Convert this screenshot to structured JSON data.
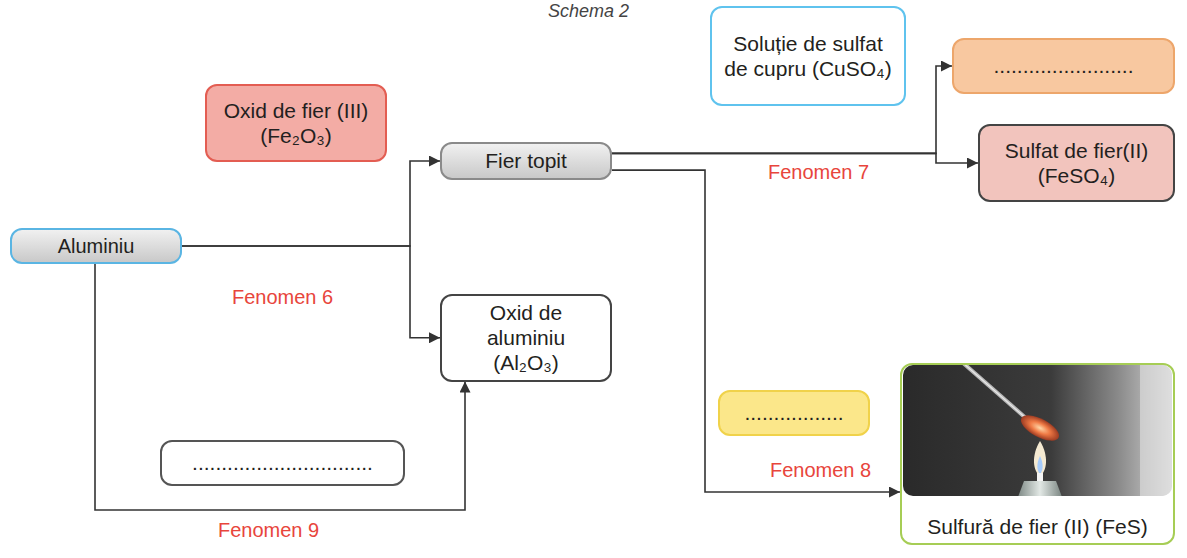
{
  "diagram": {
    "title": "Schema 2",
    "nodes": [
      {
        "text": [
          "Oxid de fier (III) (Fe₂O₃)"
        ]
      },
      {
        "text": [
          "Fier topit"
        ]
      },
      {
        "text": [
          "Soluție de sulfat de cupru (CuSO₄)"
        ]
      },
      {
        "text": [
          "........................"
        ]
      },
      {
        "text": [
          "Sulfat de fier(II) (FeSO₄)"
        ]
      },
      {
        "text": [
          "Aluminiu"
        ]
      },
      {
        "text": [
          "Oxid de aluminiu (Al₂O₃)"
        ]
      },
      {
        "text": [
          "................."
        ]
      },
      {
        "text": [
          "Sulfură de fier (II) (FeS)"
        ]
      },
      {
        "text": [
          "..............................."
        ]
      }
    ],
    "edges": [
      {
        "from": 5,
        "to": 1,
        "arrow": "to"
      },
      {
        "from": 5,
        "to": 6,
        "arrow": "to"
      },
      {
        "from": 1,
        "to": 3,
        "arrow": "to"
      },
      {
        "from": 1,
        "to": 4,
        "arrow": "to"
      },
      {
        "from": 1,
        "to": 8,
        "arrow": "to"
      },
      {
        "from": 5,
        "to": 6,
        "arrow": "to"
      }
    ],
    "labels": [
      "Fenomen 6",
      "Fenomen 7",
      "Fenomen 8",
      "Fenomen 9"
    ]
  }
}
